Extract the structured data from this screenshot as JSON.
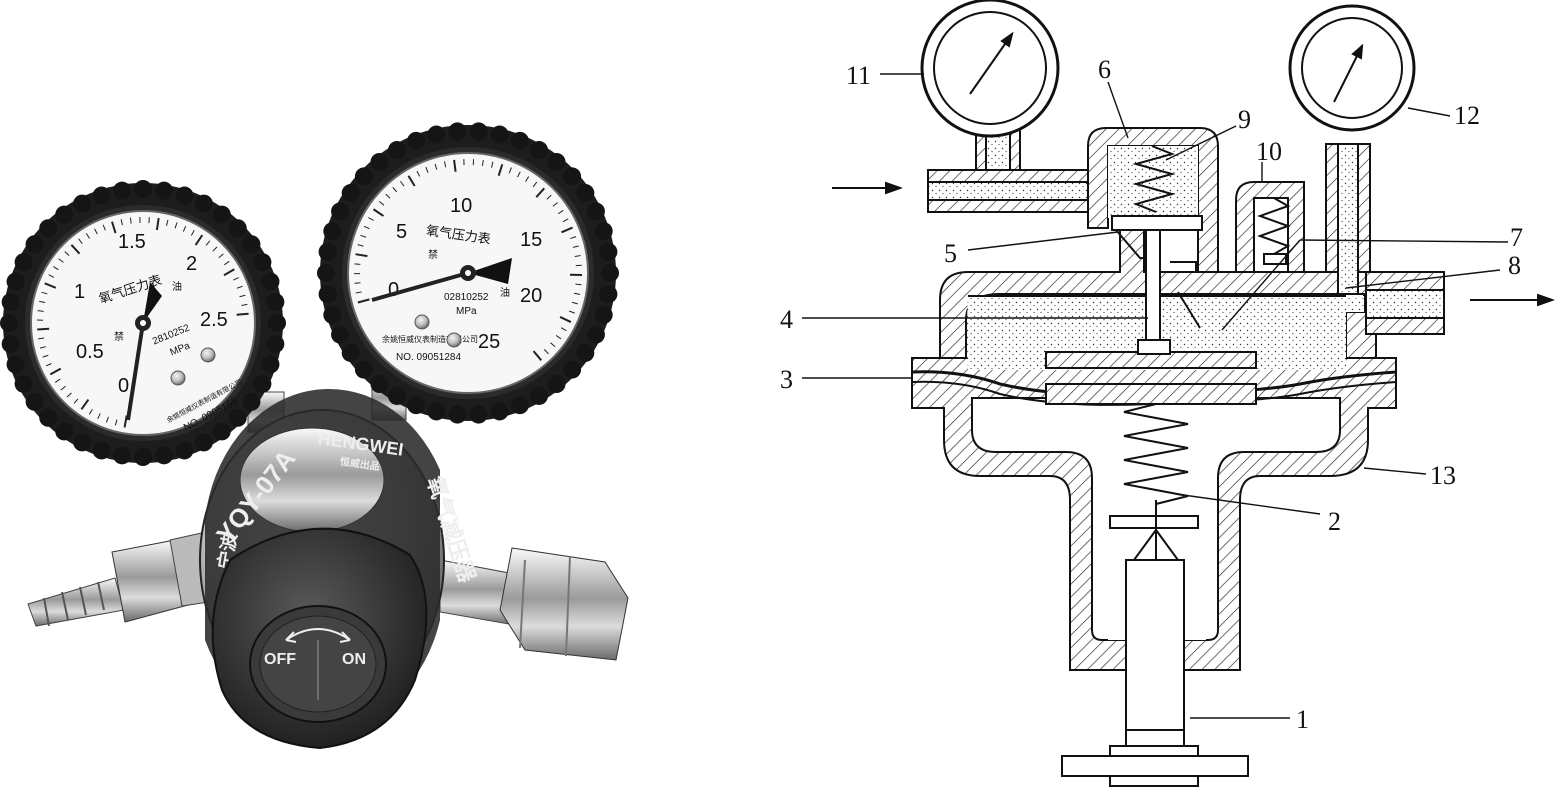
{
  "photo": {
    "left_gauge": {
      "ticks": [
        "0",
        "0.5",
        "1",
        "1.5",
        "2",
        "2.5"
      ],
      "title": "氧气压力表",
      "unit": "MPa",
      "cert": "2810252",
      "no": "NO. 0905165",
      "char_left": "禁",
      "char_right": "油",
      "maker": "余姚恒威仪表制造有限公司"
    },
    "right_gauge": {
      "ticks": [
        "0",
        "5",
        "10",
        "15",
        "20",
        "25"
      ],
      "title": "氧气压力表",
      "unit": "MPa",
      "cert": "02810252",
      "no": "NO. 09051284",
      "char_left": "禁",
      "char_right": "油",
      "maker": "余姚恒威仪表制造有限公司"
    },
    "body": {
      "model": "YQY-07A",
      "brand": "HENGWEI",
      "brand_sub": "恒威出品",
      "product": "氧气减压器",
      "city": "宁波"
    },
    "knob": {
      "off": "OFF",
      "on": "ON"
    }
  },
  "diagram": {
    "labels": {
      "l1": "1",
      "l2": "2",
      "l3": "3",
      "l4": "4",
      "l5": "5",
      "l6": "6",
      "l7": "7",
      "l8": "8",
      "l9": "9",
      "l10": "10",
      "l11": "11",
      "l12": "12",
      "l13": "13"
    }
  }
}
